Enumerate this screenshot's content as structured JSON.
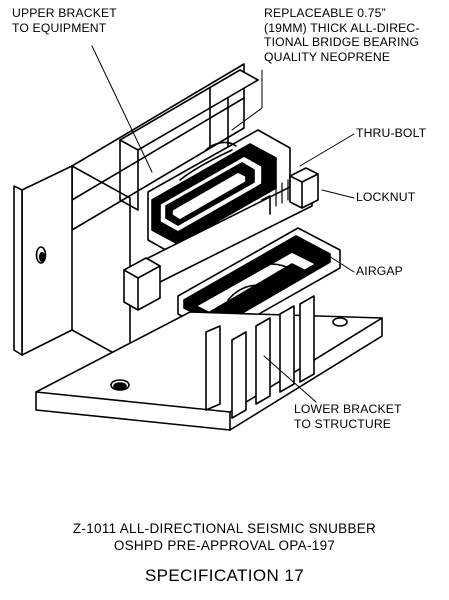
{
  "callouts": {
    "upper_bracket": [
      "UPPER BRACKET",
      "TO EQUIPMENT"
    ],
    "neoprene": [
      "REPLACEABLE 0.75”",
      "(19mm) THICK ALL-DIREC-",
      "TIONAL BRIDGE BEARING",
      "QUALITY NEOPRENE"
    ],
    "thru_bolt": "THRU-BOLT",
    "locknut": "LOCKNUT",
    "airgap": "AIRGAP",
    "lower_bracket": [
      "LOWER BRACKET",
      "TO STRUCTURE"
    ]
  },
  "caption": {
    "line1": "Z-1011 ALL-DIRECTIONAL SEISMIC SNUBBER",
    "line2": "OSHPD PRE-APPROVAL OPA-197",
    "spec": "SPECIFICATION 17"
  }
}
